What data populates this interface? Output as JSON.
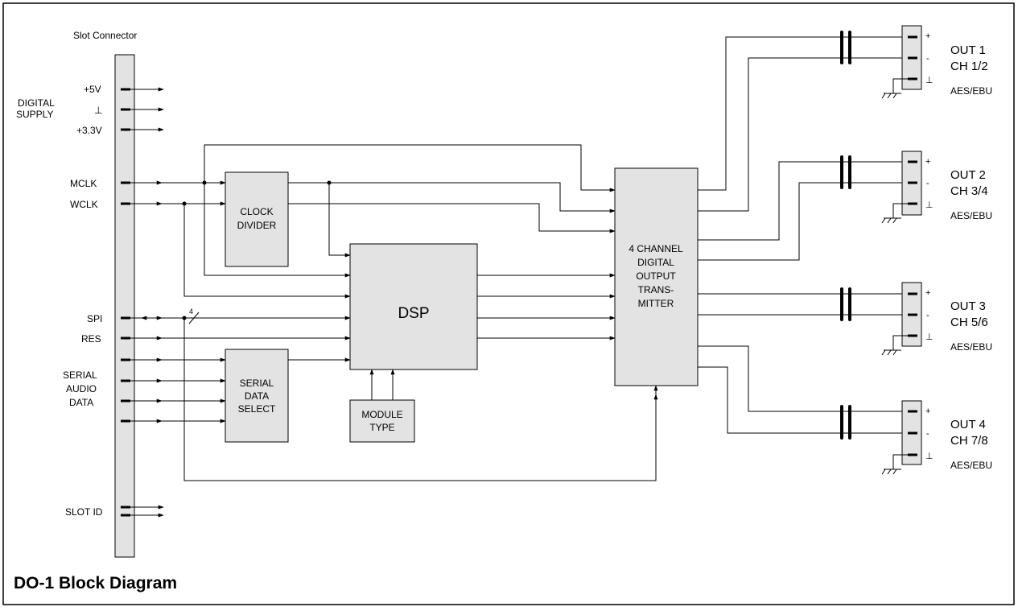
{
  "title": "DO-1 Block Diagram",
  "slot_connector_label": "Slot Connector",
  "left_labels": {
    "digital": "DIGITAL",
    "supply": "SUPPLY",
    "plus5v": "+5V",
    "ground": "⊥",
    "plus3v3": "+3.3V",
    "mclk": "MCLK",
    "wclk": "WCLK",
    "spi": "SPI",
    "res": "RES",
    "serial": "SERIAL",
    "audio": "AUDIO",
    "data": "DATA",
    "slot_id": "SLOT ID"
  },
  "blocks": {
    "clock_divider": [
      "CLOCK",
      "DIVIDER"
    ],
    "dsp": "DSP",
    "serial_data_select": [
      "SERIAL",
      "DATA",
      "SELECT"
    ],
    "module_type": [
      "MODULE",
      "TYPE"
    ],
    "transmitter": [
      "4 CHANNEL",
      "DIGITAL",
      "OUTPUT",
      "TRANS-",
      "MITTER"
    ]
  },
  "spi_bus_width": "4",
  "pin_symbols": {
    "plus": "+",
    "minus": "-",
    "ground": "⊥"
  },
  "outputs": [
    {
      "out": "OUT 1",
      "ch": "CH 1/2",
      "format": "AES/EBU"
    },
    {
      "out": "OUT 2",
      "ch": "CH 3/4",
      "format": "AES/EBU"
    },
    {
      "out": "OUT 3",
      "ch": "CH 5/6",
      "format": "AES/EBU"
    },
    {
      "out": "OUT 4",
      "ch": "CH 7/8",
      "format": "AES/EBU"
    }
  ]
}
